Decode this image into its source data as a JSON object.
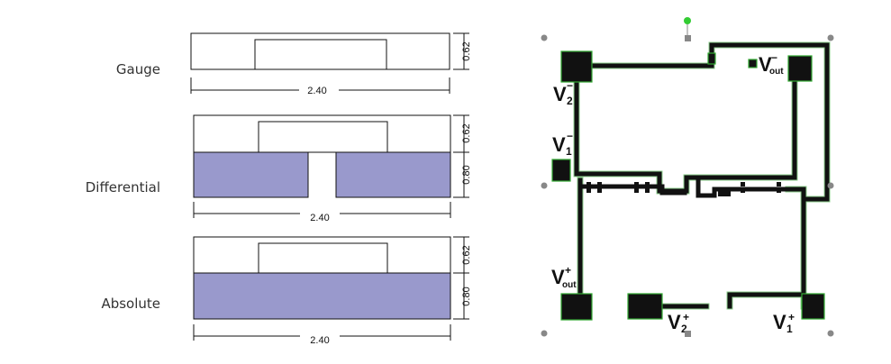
{
  "left": {
    "diagrams": [
      {
        "label": "Gauge",
        "width": "2.40",
        "top": "0.62"
      },
      {
        "label": "Differential",
        "width": "2.40",
        "top": "0.62",
        "bottom": "0.80"
      },
      {
        "label": "Absolute",
        "width": "2.40",
        "top": "0.62",
        "bottom": "0.80"
      }
    ]
  },
  "right": {
    "labels": {
      "v2_minus": {
        "base": "V",
        "sub": "2",
        "sup": "−"
      },
      "v1_minus": {
        "base": "V",
        "sub": "1",
        "sup": "−"
      },
      "vout_minus": {
        "base": "V",
        "sub": "out",
        "sup": "−"
      },
      "vout_plus": {
        "base": "V",
        "sub": "out",
        "sup": "+"
      },
      "v2_plus": {
        "base": "V",
        "sub": "2",
        "sup": "+"
      },
      "v1_plus": {
        "base": "V",
        "sub": "1",
        "sup": "+"
      }
    }
  },
  "colors": {
    "fill": "#9999cc",
    "trace": "#111111",
    "handle": "#888888",
    "rotate": "#33cc33"
  }
}
